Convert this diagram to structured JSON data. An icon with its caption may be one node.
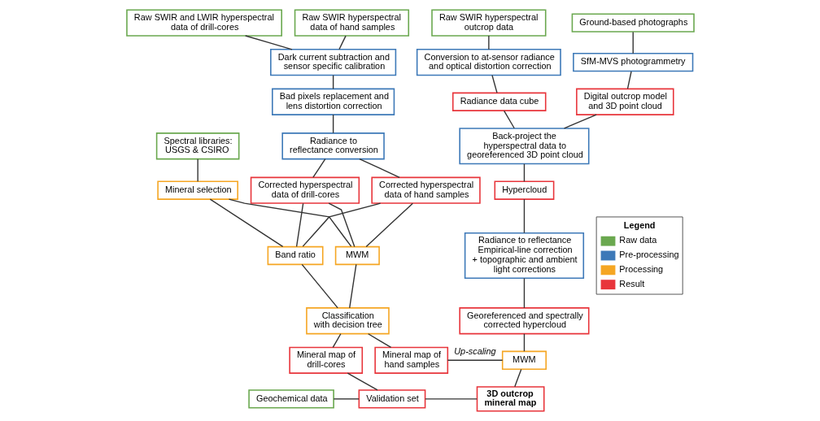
{
  "diagram": {
    "nodes": [
      {
        "text": [
          "Raw SWIR and LWIR hyperspectral data of drill-cores"
        ]
      },
      {
        "text": [
          "Raw SWIR hyperspectral data of hand samples"
        ]
      },
      {
        "text": [
          "Raw SWIR hyperspectral outcrop data"
        ]
      },
      {
        "text": [
          "Ground-based photographs"
        ]
      },
      {
        "text": [
          "Dark current subtraction and sensor specific calibration"
        ]
      },
      {
        "text": [
          "Conversion to at-sensor radiance and optical distortion correction"
        ]
      },
      {
        "text": [
          "SfM-MVS photogrammetry"
        ]
      },
      {
        "text": [
          "Radiance data cube"
        ]
      },
      {
        "text": [
          "Digital outcrop model and 3D point cloud"
        ]
      },
      {
        "text": [
          "Bad pixels replacement and lens distortion correction"
        ]
      },
      {
        "text": [
          "Back-project the hyperspectral data to georeferenced 3D point cloud"
        ]
      },
      {
        "text": [
          "Radiance to reflectance conversion"
        ]
      },
      {
        "text": [
          "Hypercloud"
        ]
      },
      {
        "text": [
          "Spectral libraries: USGS & CSIRO"
        ]
      },
      {
        "text": [
          "Corrected hyperspectral data of drill-cores"
        ]
      },
      {
        "text": [
          "Corrected hyperspectral data of hand samples"
        ]
      },
      {
        "text": [
          "Radiance to reflectance",
          "Empirical-line correction + topographic and ambient light corrections"
        ]
      },
      {
        "text": [
          "Mineral selection"
        ]
      },
      {
        "text": [
          "Band ratio"
        ]
      },
      {
        "text": [
          "MWM"
        ]
      },
      {
        "text": [
          "Georeferenced and spectrally corrected hypercloud"
        ]
      },
      {
        "text": [
          "Classification with decision tree"
        ]
      },
      {
        "text": [
          "Mineral map of drill-cores"
        ]
      },
      {
        "text": [
          "Mineral map of hand samples"
        ]
      },
      {
        "text": [
          "MWM"
        ]
      },
      {
        "text": [
          "Geochemical data"
        ]
      },
      {
        "text": [
          "Validation set"
        ]
      },
      {
        "text": [
          "3D outcrop mineral map"
        ]
      }
    ],
    "edges": [
      {
        "from": 0,
        "to": 4,
        "arrow": "none"
      },
      {
        "from": 1,
        "to": 4,
        "arrow": "none"
      },
      {
        "from": 2,
        "to": 5,
        "arrow": "none"
      },
      {
        "from": 3,
        "to": 6,
        "arrow": "none"
      },
      {
        "from": 4,
        "to": 9,
        "arrow": "none"
      },
      {
        "from": 5,
        "to": 7,
        "arrow": "none"
      },
      {
        "from": 6,
        "to": 8,
        "arrow": "none"
      },
      {
        "from": 7,
        "to": 10,
        "arrow": "none"
      },
      {
        "from": 8,
        "to": 10,
        "arrow": "none"
      },
      {
        "from": 9,
        "to": 11,
        "arrow": "none"
      },
      {
        "from": 10,
        "to": 12,
        "arrow": "none"
      },
      {
        "from": 11,
        "to": 14,
        "arrow": "none"
      },
      {
        "from": 11,
        "to": 15,
        "arrow": "none"
      },
      {
        "from": 12,
        "to": 16,
        "arrow": "none"
      },
      {
        "from": 13,
        "to": 17,
        "arrow": "none"
      },
      {
        "from": 14,
        "to": 18,
        "arrow": "none"
      },
      {
        "from": 14,
        "to": 19,
        "arrow": "none"
      },
      {
        "from": 15,
        "to": 18,
        "arrow": "none"
      },
      {
        "from": 15,
        "to": 19,
        "arrow": "none"
      },
      {
        "from": 17,
        "to": 18,
        "arrow": "none"
      },
      {
        "from": 17,
        "to": 19,
        "arrow": "none"
      },
      {
        "from": 16,
        "to": 20,
        "arrow": "none"
      },
      {
        "from": 18,
        "to": 21,
        "arrow": "none"
      },
      {
        "from": 19,
        "to": 21,
        "arrow": "none"
      },
      {
        "from": 21,
        "to": 22,
        "arrow": "none"
      },
      {
        "from": 21,
        "to": 23,
        "arrow": "none"
      },
      {
        "from": 20,
        "to": 24,
        "arrow": "none"
      },
      {
        "from": 23,
        "to": 24,
        "arrow": "none",
        "label": "Up-scaling"
      },
      {
        "from": 22,
        "to": 26,
        "arrow": "none"
      },
      {
        "from": 24,
        "to": 27,
        "arrow": "none"
      },
      {
        "from": 25,
        "to": 26,
        "arrow": "none"
      },
      {
        "from": 26,
        "to": 27,
        "arrow": "none"
      }
    ],
    "labels": [
      "Legend"
    ],
    "legend": [
      {
        "text": "Raw data",
        "color": "#6aa84f"
      },
      {
        "text": "Pre-processing",
        "color": "#3d79b8"
      },
      {
        "text": "Processing",
        "color": "#f5a623"
      },
      {
        "text": "Result",
        "color": "#e8353b"
      }
    ]
  }
}
